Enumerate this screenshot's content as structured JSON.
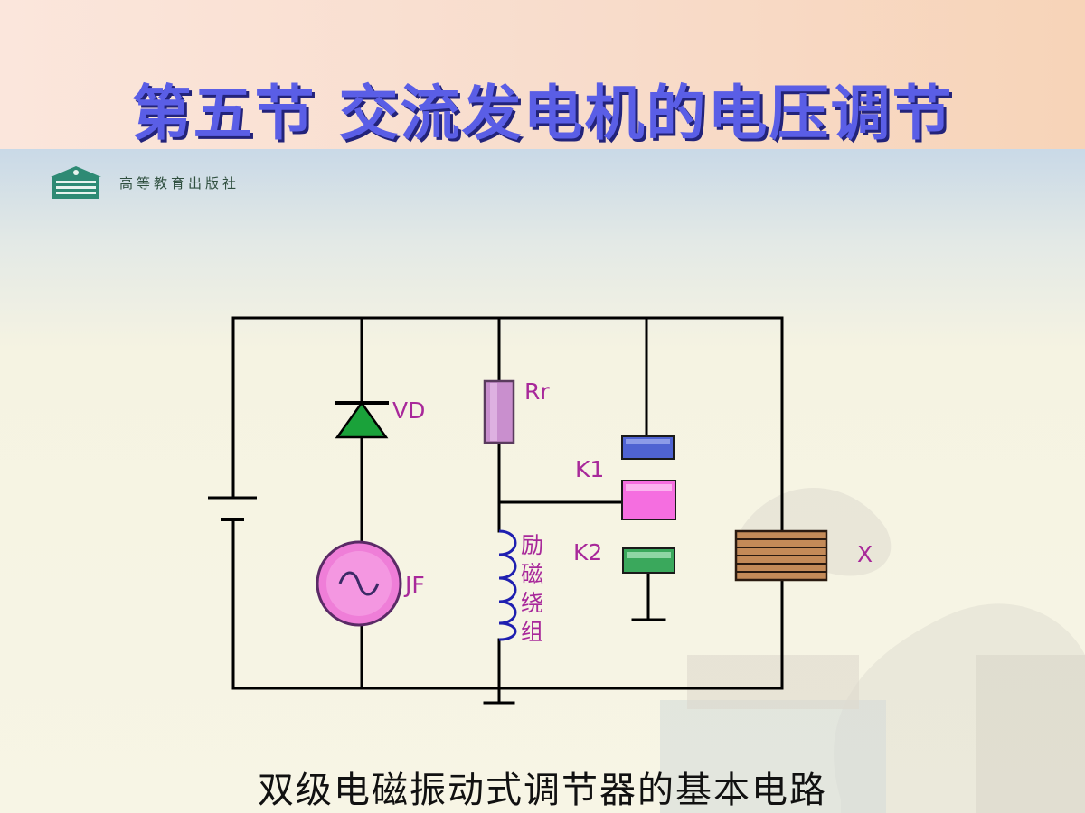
{
  "slide": {
    "title": "第五节  交流发电机的电压调节",
    "publisher": "高等教育出版社",
    "caption": "双级电磁振动式调节器的基本电路"
  },
  "circuit": {
    "labels": {
      "vd": "VD",
      "jf": "JF",
      "rr": "Rr",
      "k1": "K1",
      "k2": "K2",
      "x": "X",
      "winding_1": "励",
      "winding_2": "磁",
      "winding_3": "绕",
      "winding_4": "组"
    }
  },
  "colors": {
    "title": "#5a5ee6",
    "title_shadow": "#23237a",
    "label": "#a8289a",
    "diode": "#1aa23a",
    "generator": "#ef7ed8",
    "resistor": "#c98fce",
    "k1_upper_contact": "#4f63d2",
    "k1_armature": "#f56ee0",
    "k2_contact": "#3aa85c",
    "coil_x": "#c38a58",
    "winding": "#1f1fb0"
  }
}
